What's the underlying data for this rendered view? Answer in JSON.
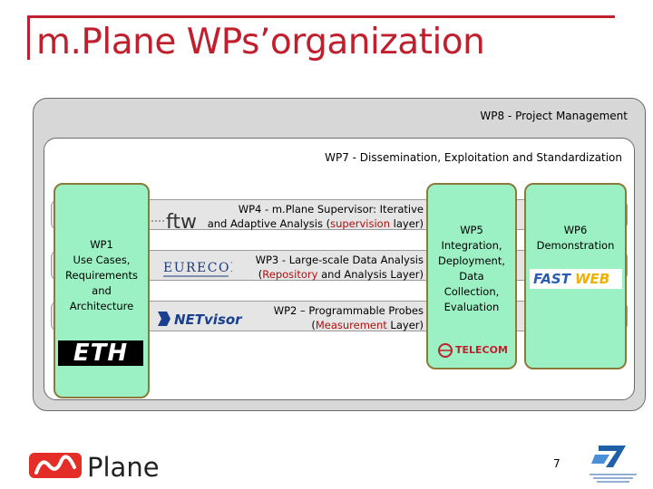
{
  "title": "m.Plane WPs’organization",
  "wp8": {
    "label": "WP8 - Project Management"
  },
  "wp7": {
    "label": "WP7 - Dissemination, Exploitation and Standardization"
  },
  "wp4": {
    "line1": "WP4 - m.Plane Supervisor: Iterative",
    "line2_a": "and Adaptive Analysis (",
    "line2_hl": "supervision",
    "line2_b": " layer)"
  },
  "wp3": {
    "line1": "WP3 - Large-scale Data Analysis",
    "line2_a": "(",
    "line2_hl": "Repository",
    "line2_b": " and Analysis Layer)"
  },
  "wp2": {
    "line1": "WP2 – Programmable Probes",
    "line2_a": "(",
    "line2_hl": "Measurement",
    "line2_b": " Layer)"
  },
  "wp1": {
    "lines": [
      "WP1",
      "Use Cases,",
      "Requirements",
      "and",
      "Architecture"
    ]
  },
  "wp5": {
    "lines": [
      "WP5",
      "Integration,",
      "Deployment,",
      "Data",
      "Collection,",
      "Evaluation"
    ]
  },
  "wp6": {
    "lines": [
      "WP6",
      "Demonstration"
    ]
  },
  "logos": {
    "ftw": "ftw",
    "eurecom": "EURECOM",
    "netvisor": "NETvisor",
    "eth": "ETH",
    "telecom": "TELECOM",
    "fastweb": "FASTWEB",
    "mplane": "Plane"
  },
  "colors": {
    "accent": "#c0202e",
    "column_fill": "#9bf0c4",
    "column_border": "#8b7a3a",
    "highlight": "#b01010"
  },
  "page_number": "7"
}
